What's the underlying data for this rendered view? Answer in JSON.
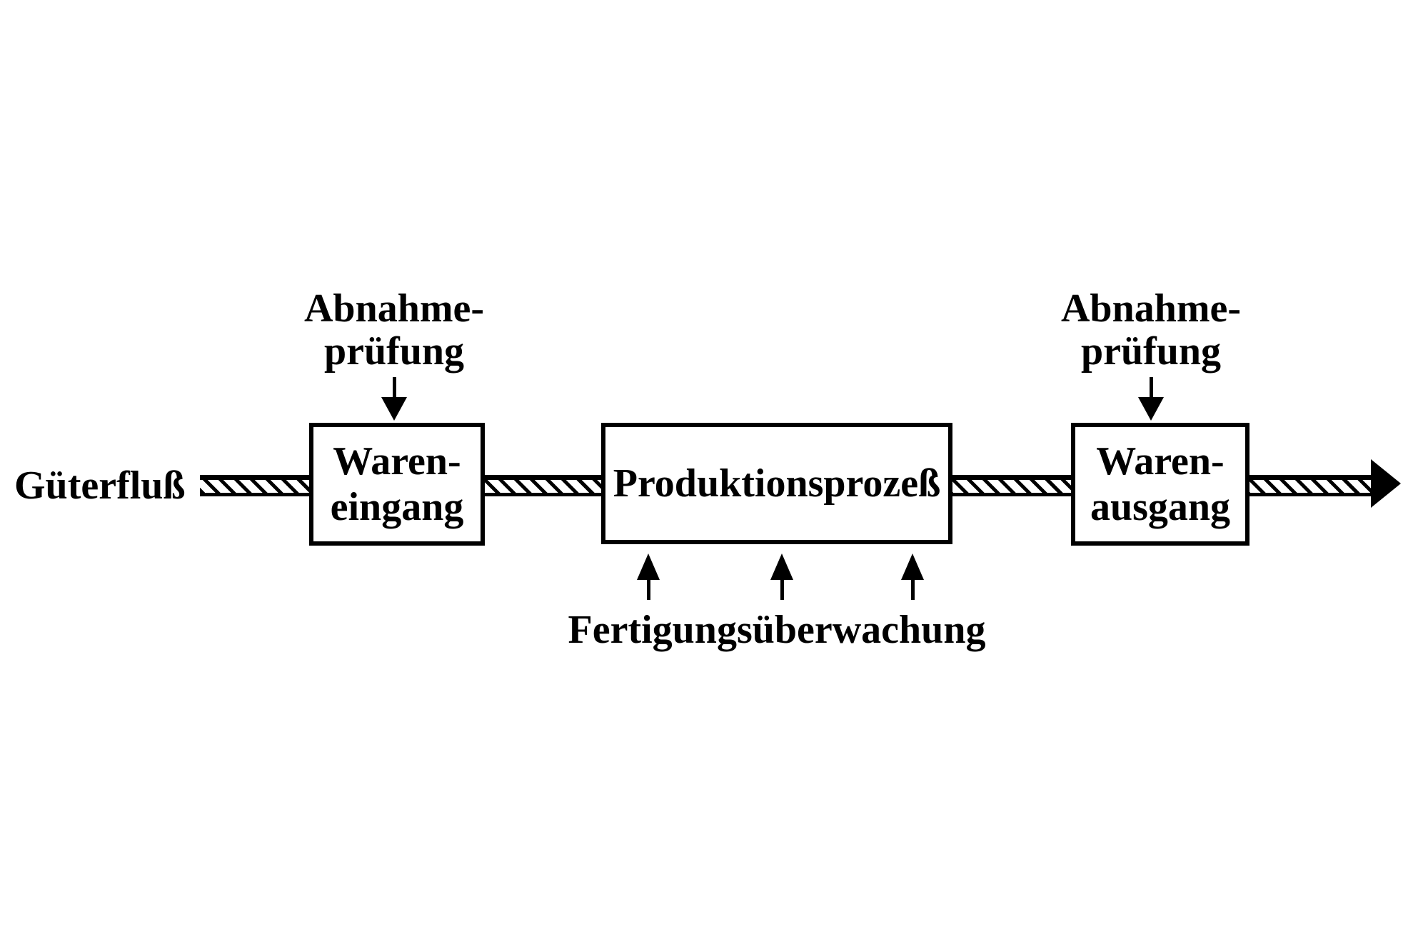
{
  "diagram": {
    "flow_label": "Güterfluß",
    "top_labels": {
      "left": {
        "line1": "Abnahme-",
        "line2": "prüfung"
      },
      "right": {
        "line1": "Abnahme-",
        "line2": "prüfung"
      }
    },
    "boxes": {
      "incoming": {
        "line1": "Waren-",
        "line2": "eingang"
      },
      "production": {
        "line1": "Produktionsprozeß"
      },
      "outgoing": {
        "line1": "Waren-",
        "line2": "ausgang"
      }
    },
    "bottom_label": "Fertigungsüberwachung",
    "colors": {
      "ink": "#000000",
      "background": "#ffffff"
    }
  }
}
